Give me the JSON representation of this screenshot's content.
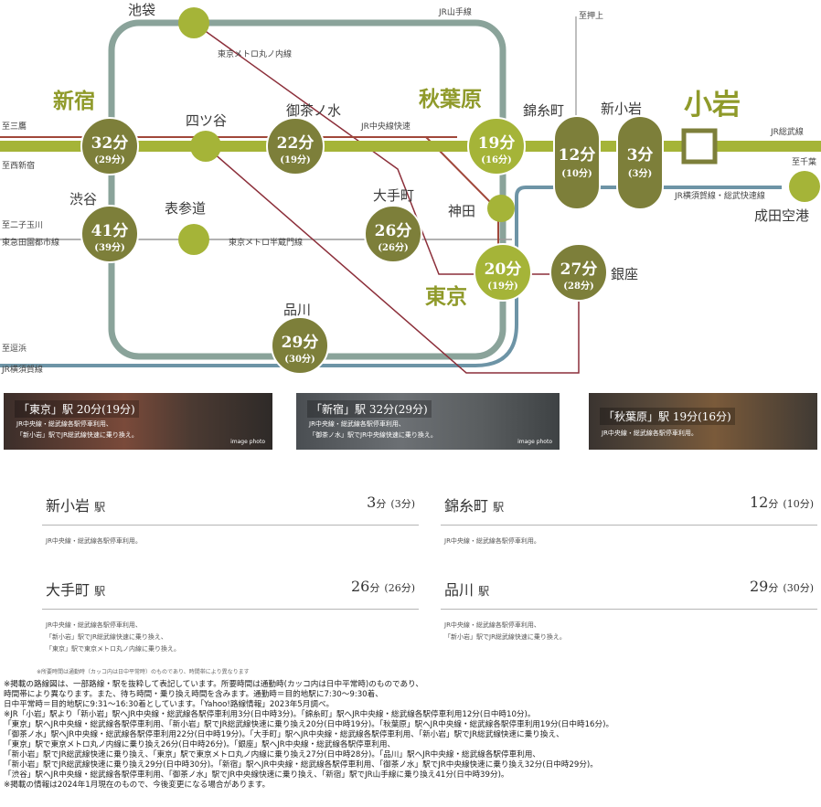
{
  "map": {
    "line_labels": {
      "yamanote": "JR山手線",
      "marunouchi": "東京メトロ丸ノ内線",
      "chuo": "JR中央線快速",
      "hanzomon": "東京メトロ半蔵門線",
      "yokosuka": "JR横須賀線・総武快速線",
      "sobu": "JR総武線",
      "to_mitaka": "至三鷹",
      "to_nishishinjuku": "至西新宿",
      "to_futakotamagawa": "至二子玉川",
      "tokyu": "東急田園都市線",
      "to_zushi": "至逗浜",
      "yokosuka_left": "JR横須賀線",
      "to_oshiage": "至押上",
      "to_chiba": "至千葉"
    },
    "stations": {
      "ikebukuro": "池袋",
      "shinjuku": "新宿",
      "yotsuya": "四ツ谷",
      "ochanomizu": "御茶ノ水",
      "akihabara": "秋葉原",
      "kinshicho": "錦糸町",
      "shinkoiwa": "新小岩",
      "koiwa": "小岩",
      "shibuya": "渋谷",
      "omotesando": "表参道",
      "otemachi": "大手町",
      "kanda": "神田",
      "tokyo": "東京",
      "ginza": "銀座",
      "shinagawa": "品川",
      "narita": "成田空港"
    },
    "times": {
      "shinjuku": [
        "32分",
        "(29分)"
      ],
      "ochanomizu": [
        "22分",
        "(19分)"
      ],
      "akihabara": [
        "19分",
        "(16分)"
      ],
      "kinshicho": [
        "12分",
        "(10分)"
      ],
      "shinkoiwa": [
        "3分",
        "(3分)"
      ],
      "shibuya": [
        "41分",
        "(39分)"
      ],
      "otemachi": [
        "26分",
        "(26分)"
      ],
      "tokyo": [
        "20分",
        "(19分)"
      ],
      "ginza": [
        "27分",
        "(28分)"
      ],
      "shinagawa": [
        "29分",
        "(30分)"
      ]
    }
  },
  "photos": [
    {
      "title": "「東京」駅 20分(19分)",
      "lines": [
        "JR中央線・総武線各駅停車利用、",
        "「新小岩」駅でJR総武線快速に乗り換え。"
      ],
      "img": "image photo"
    },
    {
      "title": "「新宿」駅 32分(29分)",
      "lines": [
        "JR中央線・総武線各駅停車利用、",
        "「御茶ノ水」駅でJR中央線快速に乗り換え。"
      ],
      "img": "image photo"
    },
    {
      "title": "「秋葉原」駅 19分(16分)",
      "lines": [
        "JR中央線・総武線各駅停車利用。"
      ],
      "img": ""
    }
  ],
  "cards": [
    {
      "station": "新小岩",
      "eki": "駅",
      "min": "3",
      "unit": "分",
      "sub": "(3分)",
      "desc": [
        "JR中央線・総武線各駅停車利用。"
      ]
    },
    {
      "station": "錦糸町",
      "eki": "駅",
      "min": "12",
      "unit": "分",
      "sub": "(10分)",
      "desc": [
        "JR中央線・総武線各駅停車利用。"
      ]
    },
    {
      "station": "大手町",
      "eki": "駅",
      "min": "26",
      "unit": "分",
      "sub": "(26分)",
      "desc": [
        "JR中央線・総武線各駅停車利用、",
        "「新小岩」駅でJR総武線快速に乗り換え、",
        "「東京」駅で東京メトロ丸ノ内線に乗り換え。"
      ]
    },
    {
      "station": "品川",
      "eki": "駅",
      "min": "29",
      "unit": "分",
      "sub": "(30分)",
      "desc": [
        "JR中央線・総武線各駅停車利用、",
        "「新小岩」駅でJR総武線快速に乗り換え。"
      ]
    }
  ],
  "small_note": "※所要時間は通勤時（カッコ内は日中平常時）のものであり、時間帯により異なります",
  "notes": [
    "※掲載の路線図は、一部路線・駅を抜粋して表記しています。所要時間は通勤時(カッコ内は日中平常時)のものであり、",
    "時間帯により異なります。また、待ち時間・乗り換え時間を含みます。通勤時＝目的地駅に7:30〜9:30着、",
    "日中平常時＝目的地駅に9:31〜16:30着としています。「Yahoo!路線情報」2023年5月調べ。",
    "※JR「小岩」駅より「新小岩」駅へJR中央線・総武線各駅停車利用3分(日中時3分)。「錦糸町」駅へJR中央線・総武線各駅停車利用12分(日中時10分)。",
    "「東京」駅へJR中央線・総武線各駅停車利用、「新小岩」駅でJR総武線快速に乗り換え20分(日中時19分)。「秋葉原」駅へJR中央線・総武線各駅停車利用19分(日中時16分)。",
    "「御茶ノ水」駅へJR中央線・総武線各駅停車利用22分(日中時19分)。「大手町」駅へJR中央線・総武線各駅停車利用、「新小岩」駅でJR総武線快速に乗り換え、",
    "「東京」駅で東京メトロ丸ノ内線に乗り換え26分(日中時26分)。「銀座」駅へJR中央線・総武線各駅停車利用、",
    "「新小岩」駅でJR総武線快速に乗り換え、「東京」駅で東京メトロ丸ノ内線に乗り換え27分(日中時28分)。「品川」駅へJR中央線・総武線各駅停車利用、",
    "「新小岩」駅でJR総武線快速に乗り換え29分(日中時30分)。「新宿」駅へJR中央線・総武線各駅停車利用、「御茶ノ水」駅でJR中央線快速に乗り換え32分(日中時29分)。",
    "「渋谷」駅へJR中央線・総武線各駅停車利用、「御茶ノ水」駅でJR中央線快速に乗り換え、「新宿」駅でJR山手線に乗り換え41分(日中時39分)。",
    "※掲載の情報は2024年1月現在のもので、今後変更になる場合があります。"
  ],
  "colors": {
    "olive": "#8f9a2a",
    "dark_olive": "#7d7f3a",
    "lime": "#a5b438",
    "teal_gray": "#8aa39a",
    "blue_gray": "#6d94a6",
    "brown_red": "#a0473a",
    "maroon": "#8c2f3a"
  }
}
